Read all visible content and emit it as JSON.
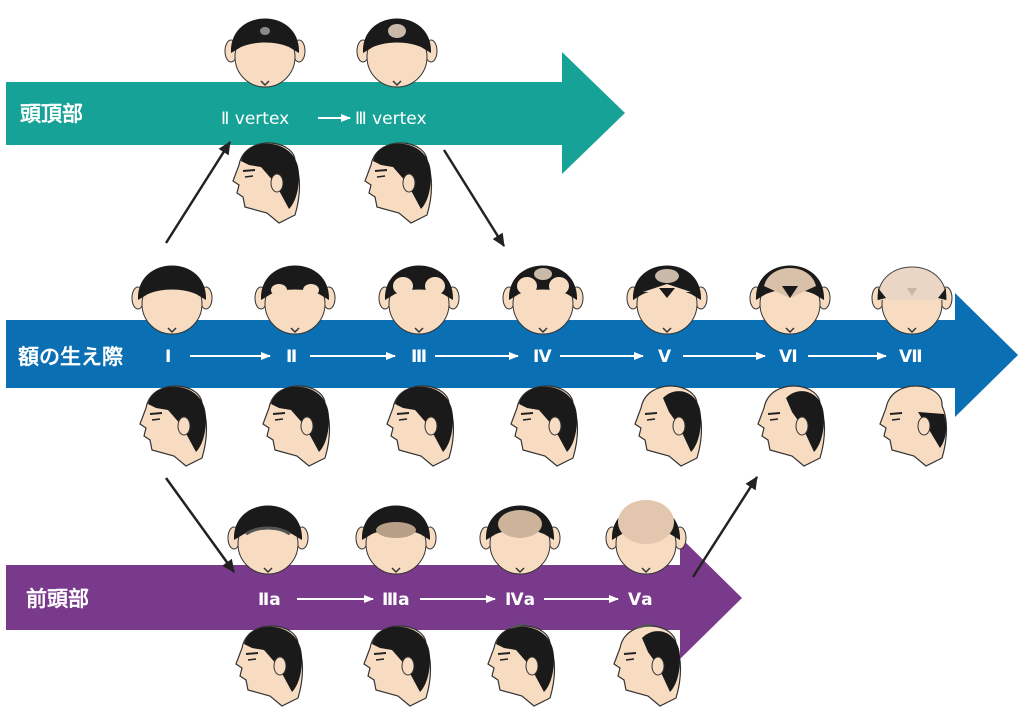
{
  "colors": {
    "vertex_band": "#16a296",
    "hairline_band": "#0a6fb3",
    "frontal_band": "#7a3a8c",
    "hair": "#1a1a1a",
    "skin": "#f7dcc2",
    "arrow": "#222222",
    "text": "#ffffff"
  },
  "bands": {
    "vertex": {
      "label": "頭頂部"
    },
    "hairline": {
      "label": "額の生え際"
    },
    "frontal": {
      "label": "前頭部"
    }
  },
  "vertex_stages": [
    {
      "id": "v2",
      "label": "Ⅱ vertex",
      "bald": "spot-small"
    },
    {
      "id": "v3",
      "label": "Ⅲ vertex",
      "bald": "spot-large"
    }
  ],
  "hairline_stages": [
    {
      "id": "h1",
      "label": "Ⅰ",
      "bald": "none"
    },
    {
      "id": "h2",
      "label": "Ⅱ",
      "bald": "temples"
    },
    {
      "id": "h3",
      "label": "Ⅲ",
      "bald": "temples-deep"
    },
    {
      "id": "h4",
      "label": "Ⅳ",
      "bald": "crown"
    },
    {
      "id": "h5",
      "label": "Ⅴ",
      "bald": "crown-large"
    },
    {
      "id": "h6",
      "label": "Ⅵ",
      "bald": "top"
    },
    {
      "id": "h7",
      "label": "Ⅶ",
      "bald": "full"
    }
  ],
  "frontal_stages": [
    {
      "id": "f2",
      "label": "Ⅱa",
      "bald": "front-light"
    },
    {
      "id": "f3",
      "label": "Ⅲa",
      "bald": "front"
    },
    {
      "id": "f4",
      "label": "Ⅳa",
      "bald": "front-deep"
    },
    {
      "id": "f5",
      "label": "Ⅴa",
      "bald": "front-thin"
    }
  ]
}
